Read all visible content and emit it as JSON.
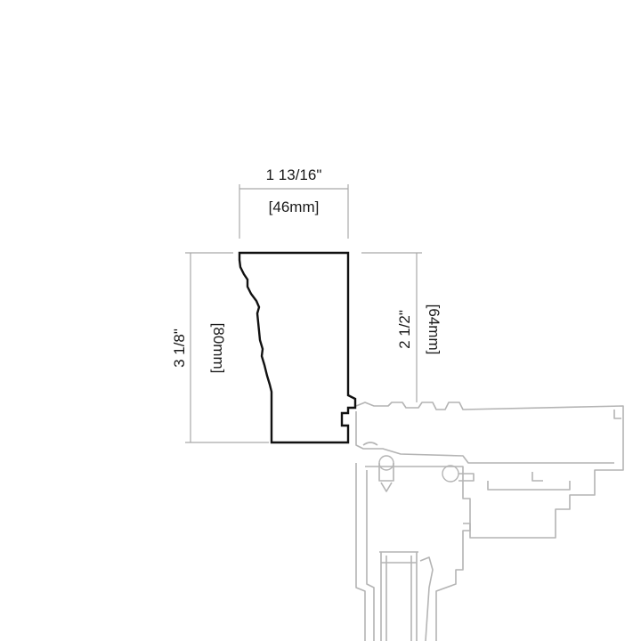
{
  "dimensions": {
    "width_in": "1 13/16\"",
    "width_mm": "[46mm]",
    "height_in": "3 1/8\"",
    "height_mm": "[80mm]",
    "depth_in": "2 1/2\"",
    "depth_mm": "[64mm]"
  },
  "colors": {
    "profile_stroke": "#111111",
    "context_stroke": "#b4b4b4",
    "dimension_stroke": "#a9a9a9",
    "text": "#1a1a1a"
  }
}
